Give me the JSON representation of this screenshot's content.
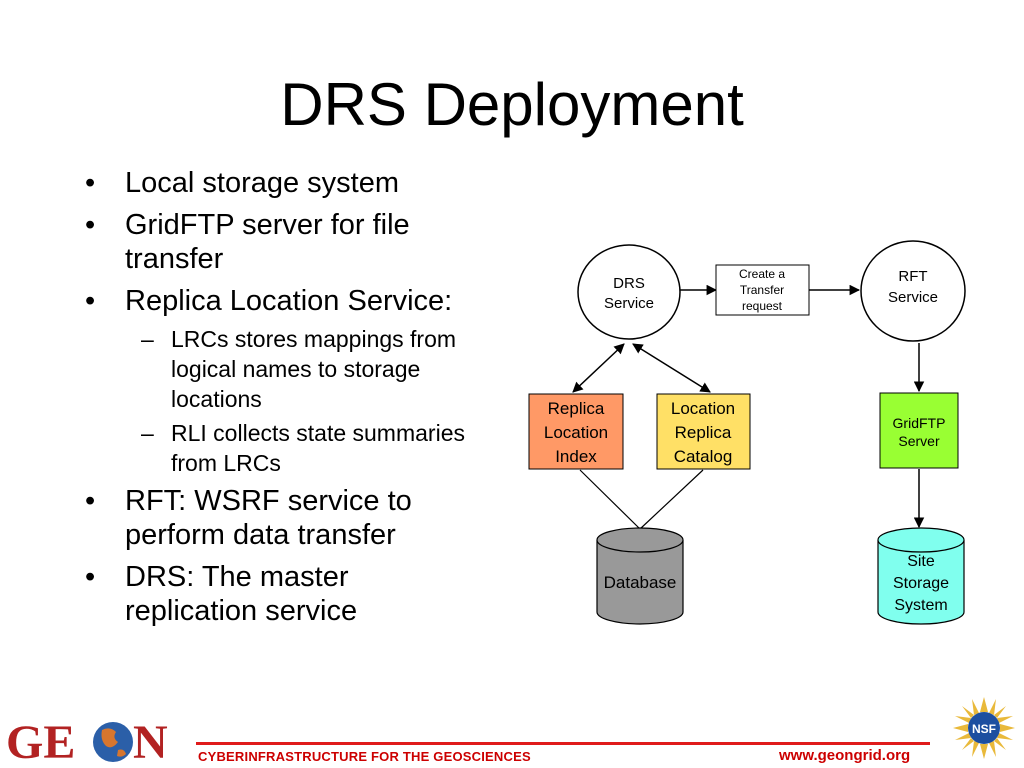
{
  "slide": {
    "title": "DRS Deployment",
    "bullets": [
      {
        "text": "Local storage system"
      },
      {
        "text": "GridFTP server for file transfer"
      },
      {
        "text": "Replica Location Service:",
        "subs": [
          "LRCs stores mappings from logical names to storage locations",
          "RLI collects state summaries from LRCs"
        ]
      },
      {
        "text": "RFT: WSRF service to perform data transfer"
      },
      {
        "text": "DRS: The master replication service"
      }
    ]
  },
  "diagram": {
    "drs": [
      "DRS",
      "Service"
    ],
    "request": [
      "Create a",
      "Transfer",
      "request"
    ],
    "rft": [
      "RFT",
      "Service"
    ],
    "rli": [
      "Replica",
      "Location",
      "Index"
    ],
    "lrc": [
      "Location",
      "Replica",
      "Catalog"
    ],
    "gridftp": [
      "GridFTP",
      "Server"
    ],
    "database": [
      "Database"
    ],
    "storage": [
      "Site",
      "Storage",
      "System"
    ],
    "colors": {
      "rli": "#ff9966",
      "lrc": "#ffe066",
      "gridftp": "#99ff33",
      "database": "#999999",
      "storage": "#80ffee"
    }
  },
  "footer": {
    "logo": "GEON",
    "tagline": "CYBERINFRASTRUCTURE FOR THE GEOSCIENCES",
    "url": "www.geongrid.org",
    "nsf": "NSF",
    "colors": {
      "line": "#e01b1b",
      "text": "#cc0000",
      "logo": "#b22222"
    }
  }
}
